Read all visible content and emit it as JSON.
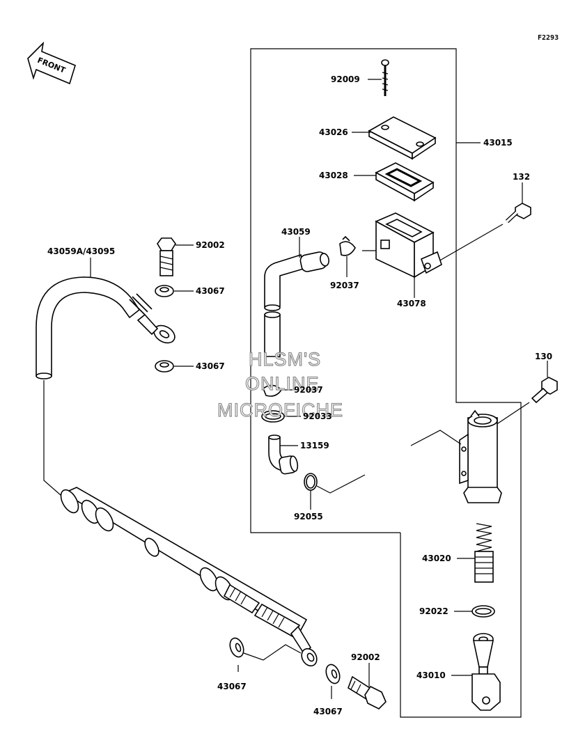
{
  "diagram_code": "F2293",
  "front_label": "FRONT",
  "watermark": [
    "HLSM'S",
    "ONLINE",
    "MICROFICHE"
  ],
  "part_labels": {
    "p92009": "92009",
    "p43026": "43026",
    "p43015": "43015",
    "p43028": "43028",
    "p132": "132",
    "p43059": "43059",
    "p92037a": "92037",
    "p43078": "43078",
    "p92002a": "92002",
    "p43059a_43095": "43059A/43095",
    "p43067a": "43067",
    "p43067b": "43067",
    "p130": "130",
    "p92037b": "92037",
    "p92033": "92033",
    "p13159": "13159",
    "p92055": "92055",
    "p43020": "43020",
    "p92022": "92022",
    "p43010": "43010",
    "p92002b": "92002",
    "p43067c": "43067",
    "p43067d": "43067"
  },
  "colors": {
    "ink": "#000000",
    "watermark": "#8c8c8c"
  }
}
